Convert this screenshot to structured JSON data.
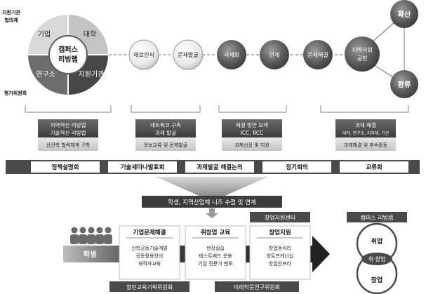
{
  "top": {
    "label_council": [
      "지원기관",
      "협의체"
    ],
    "label_eval": "평가위원회",
    "pie": {
      "center": [
        "캠퍼스",
        "리빙랩"
      ],
      "quadrants": [
        "기업",
        "대학",
        "연구소",
        "지원기관"
      ]
    },
    "process": [
      "애로인식",
      "문제발굴",
      "과제화",
      "연계",
      "문제해결"
    ],
    "triangle": {
      "top": "확산",
      "middle": [
        "지역사회",
        "공헌"
      ],
      "bottom": "환류"
    }
  },
  "groups": [
    {
      "dark": [
        "지역혁신 리빙랩",
        "기술혁신 리빙랩"
      ],
      "light": "산관학 협력체계 구축"
    },
    {
      "dark": [
        "네트워크 구축",
        "과제 발굴"
      ],
      "light": "정보교류 및 문제발굴"
    },
    {
      "dark": [
        "해결 방안 모색",
        "ICC, RCC"
      ],
      "light": "과제선정 및 지원"
    },
    {
      "dark": [
        "과제 해결",
        "대학, 연구소, 지자체, 기관"
      ],
      "light": "과제해결 및 후속활동"
    }
  ],
  "timeline": [
    "정책설명회",
    "기술세미나발표회",
    "과제발굴 해결논의",
    "정기회의",
    "교류회"
  ],
  "funnel": "학생, 지역산업체 니즈 수렴 및 연계",
  "bottom": {
    "student": "학생",
    "startup_center": "창업지원센터",
    "cards": [
      {
        "title": "기업문제해결",
        "lines": [
          "산학공동기술개발",
          "공동활용장비",
          "재직자교육"
        ]
      },
      {
        "title": "취창업 교육",
        "lines": [
          "현장실습",
          "테스트베드 운용",
          "기업 전문가 멘토"
        ]
      },
      {
        "title": "창업지원",
        "lines": [
          "창업동아리",
          "양트프레너십",
          "창업인프라"
        ]
      }
    ],
    "committees": [
      "열린교육기획위원회",
      "미래학문연구위원회"
    ],
    "venn": {
      "title": "캠퍼스 리빙랩",
      "top": "취업",
      "middle": "취·창업",
      "bottom": "창업"
    }
  }
}
